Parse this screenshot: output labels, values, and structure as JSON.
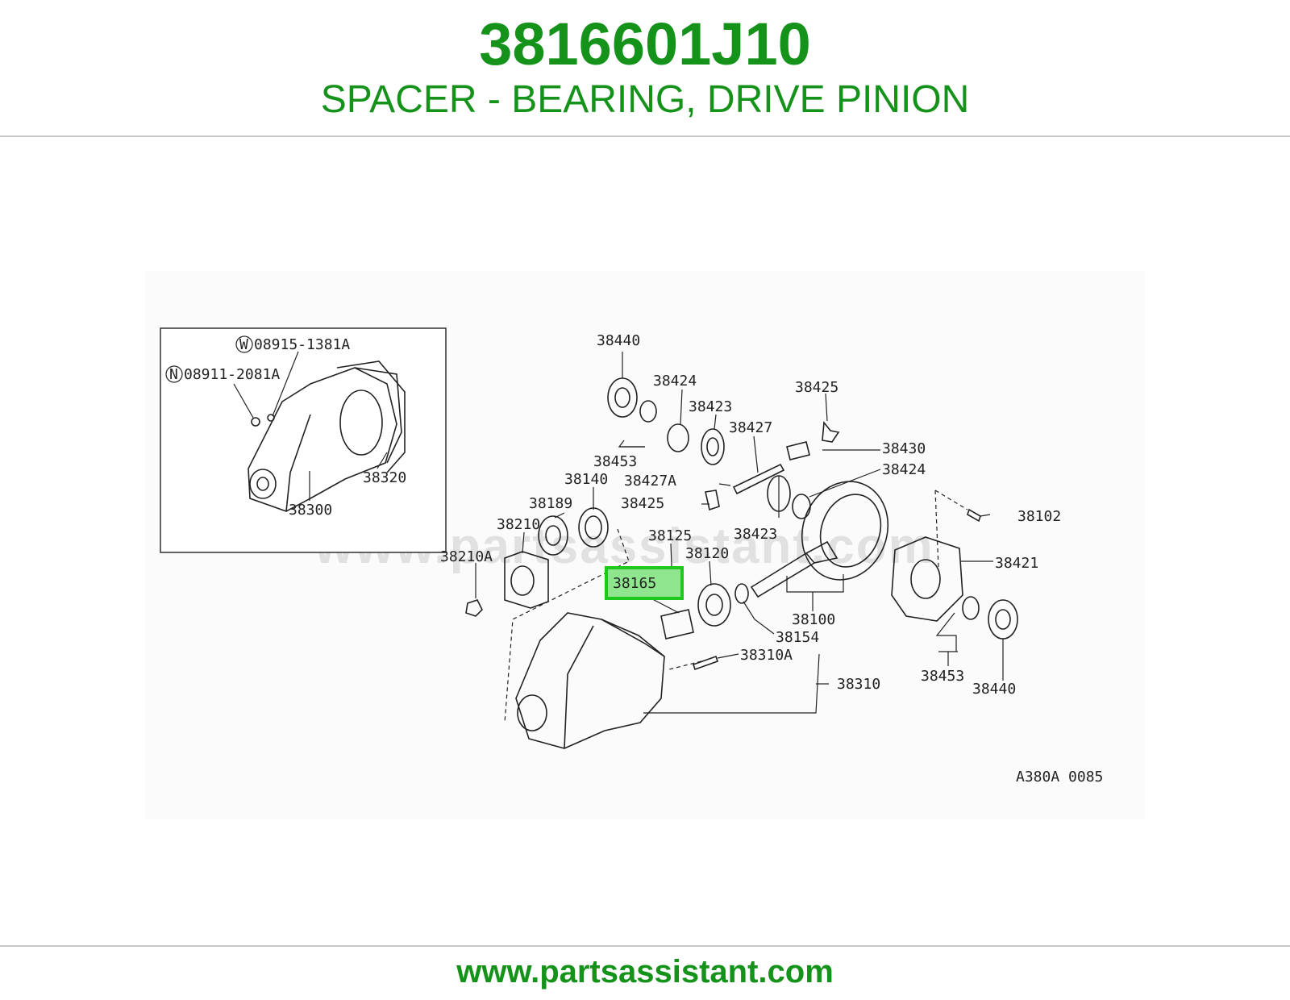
{
  "header": {
    "part_number": "3816601J10",
    "description": "SPACER - BEARING, DRIVE PINION"
  },
  "diagram": {
    "watermark": "www.partsassistant.com",
    "reference_code": "A380A 0085",
    "highlighted_part": "38165",
    "inset": {
      "callouts": [
        "08915-1381A",
        "08911-2081A",
        "38320",
        "38300"
      ],
      "circle_letters": [
        "W",
        "N"
      ]
    },
    "callouts": [
      "38440",
      "38424",
      "38423",
      "38425",
      "38427",
      "38430",
      "38453",
      "38424",
      "38427A",
      "38140",
      "38425",
      "38189",
      "38423",
      "38102",
      "38210",
      "38125",
      "38120",
      "38421",
      "38210A",
      "38165",
      "38100",
      "38154",
      "38310A",
      "38453",
      "38310",
      "38440"
    ]
  },
  "footer": {
    "url": "www.partsassistant.com"
  },
  "colors": {
    "brand_green": "#14921a",
    "highlight_green": "#1ec81e",
    "highlight_fill": "#8fe68f"
  }
}
